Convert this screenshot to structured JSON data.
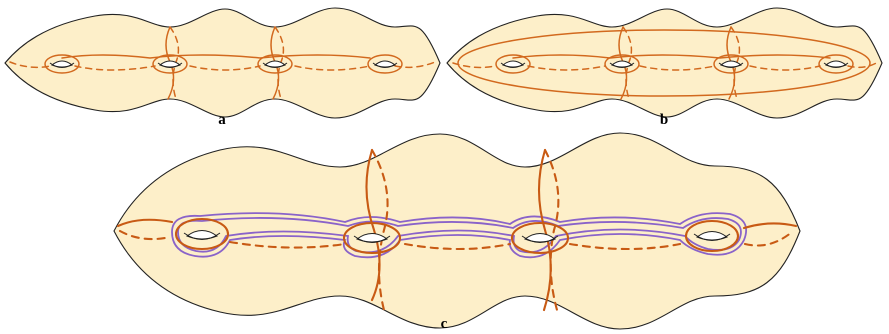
{
  "figure": {
    "panels": [
      {
        "id": "a",
        "label": "a"
      },
      {
        "id": "b",
        "label": "b"
      },
      {
        "id": "c",
        "label": "c"
      }
    ],
    "colors": {
      "surface_fill": "#fdefc9",
      "surface_outline": "#222222",
      "curve_orange": "#d2691e",
      "curve_purple": "#8a63c9"
    },
    "holes_per_surface": 4
  }
}
